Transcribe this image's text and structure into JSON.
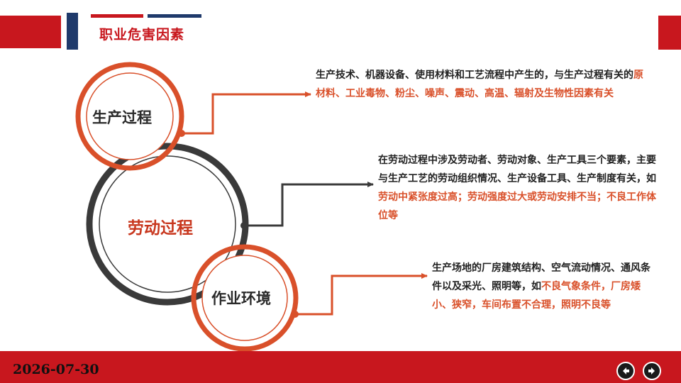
{
  "header": {
    "title": "职业危害因素"
  },
  "diagram": {
    "nodes": [
      {
        "id": "production",
        "label": "生产过程"
      },
      {
        "id": "labor",
        "label": "劳动过程"
      },
      {
        "id": "environment",
        "label": "作业环境"
      }
    ],
    "descriptions": {
      "production": {
        "plain_1": "生产技术、机器设备、使用材料和工艺流程中产生的，与生产过程有关的",
        "highlight_1": "原材料、工业毒物、粉尘、噪声、震动、高温、辐射及生物性因素有关"
      },
      "labor": {
        "plain_1": "在劳动过程中涉及劳动者、劳动对象、生产工具三个要素，主要与生产工艺的劳动组织情况、生产设备工具、生产制度有关，如",
        "highlight_1": "劳动中紧张度过高；劳动强度过大或劳动安排不当；不良工作体位等"
      },
      "environment": {
        "plain_1": "生产场地的厂房建筑结构、空气流动情况、通风条件以及采光、照明等，如",
        "highlight_1": "不良气象条件，厂房矮小、狭窄，车间布置不合理，照明不良等"
      }
    },
    "colors": {
      "accent_red": "#c8171e",
      "connector_red": "#d9502a",
      "ring_dark": "#3a3a3a",
      "navy": "#1f3a6b"
    }
  },
  "footer": {
    "date": "2026-07-30",
    "prev_icon": "arrow-left-icon",
    "next_icon": "arrow-right-icon"
  }
}
